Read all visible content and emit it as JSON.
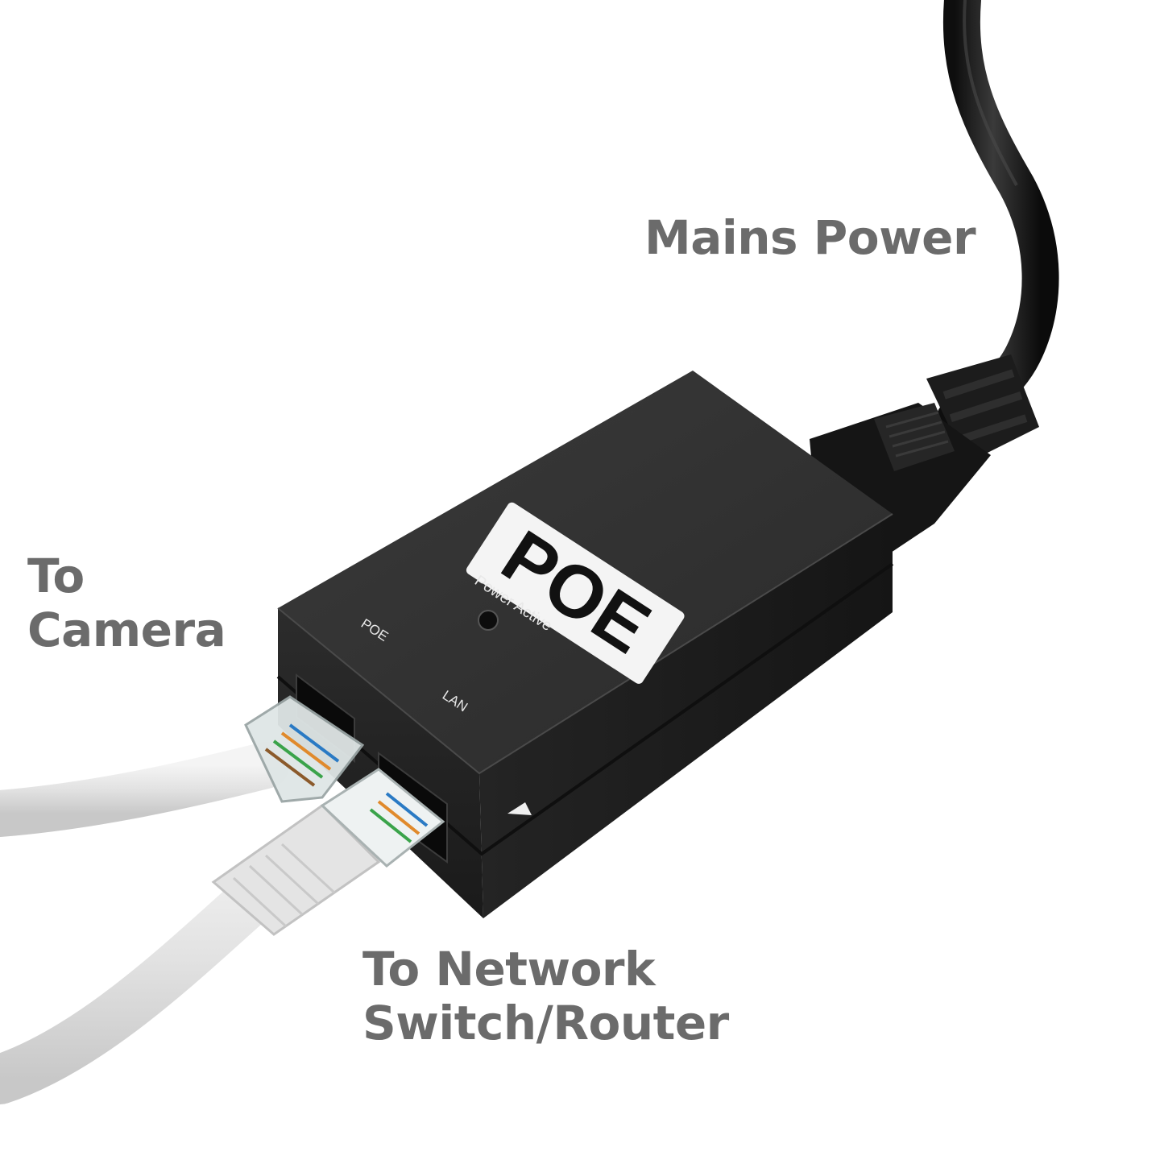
{
  "labels": {
    "mains_power": "Mains Power",
    "to_camera": [
      "To",
      "Camera"
    ],
    "to_network": [
      "To Network",
      "Switch/Router"
    ]
  },
  "device": {
    "badge_text": "POE",
    "led_label": "Power Active",
    "port_poe_label": "POE",
    "port_lan_label": "LAN"
  },
  "colors": {
    "caption_text": "#6b6b6b",
    "device_body": "#2b2b2b",
    "mains_cable": "#1e1e1e",
    "ethernet_cable": "#e6e6e6"
  }
}
